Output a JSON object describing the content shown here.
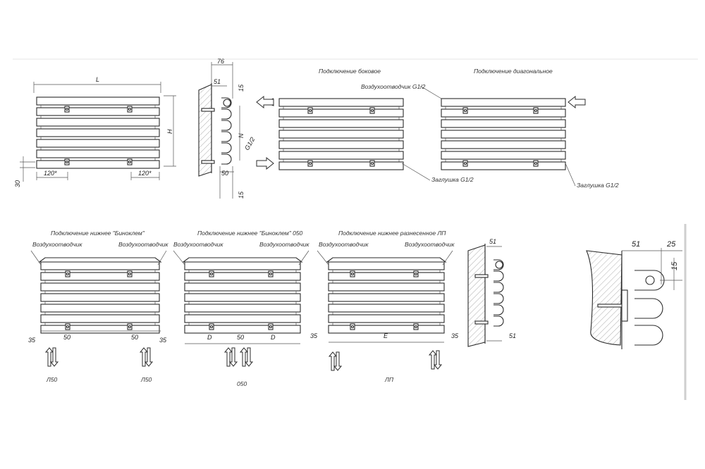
{
  "labels": {
    "title_side": "Подключение боковое",
    "title_diag": "Подключение диагональное",
    "title_lower1": "Подключение нижнее \"Биноклем\"",
    "title_lower2": "Подключение нижнее \"Биноклем\" 050",
    "title_lower3": "Подключение нижнее разнесенное ЛП",
    "air_vent": "Воздухоотводчик",
    "air_vent_g": "Воздухоотводчик G1/2",
    "plug_g": "Заглушка G1/2",
    "thread": "G1/2",
    "code_l50": "Л50",
    "code_050": "050",
    "code_lp": "ЛП"
  },
  "dims": {
    "L": "L",
    "H": "H",
    "N": "N",
    "D": "D",
    "E": "E",
    "d76": "76",
    "d51": "51",
    "d15": "15",
    "d50": "50",
    "d30": "30",
    "d120": "120*",
    "d35": "35",
    "d25": "25"
  },
  "colors": {
    "line": "#2b2b2b",
    "background": "#ffffff"
  }
}
